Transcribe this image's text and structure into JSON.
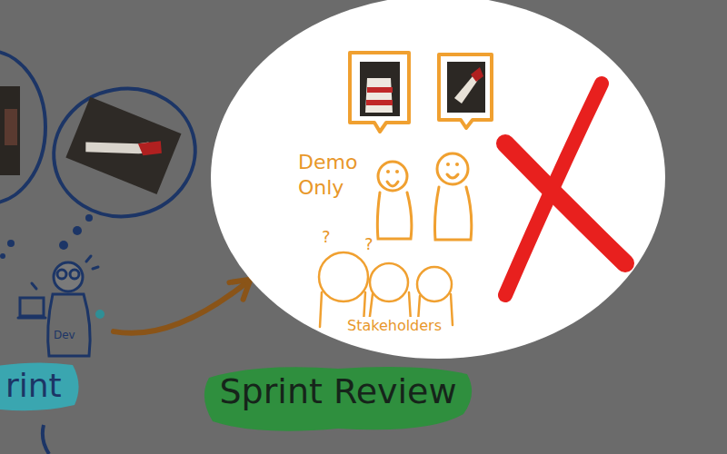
{
  "diagram": {
    "nodes": [
      {
        "text": [
          "Demo Only"
        ]
      },
      {
        "text": [
          "Stakeholders"
        ],
        "in": 0
      },
      {
        "text": [
          "Dev"
        ]
      },
      {
        "text": [
          "rint"
        ]
      },
      {
        "text": [
          "Sprint Review"
        ]
      }
    ],
    "edges": [
      {
        "from": 2,
        "to": 0,
        "arrow": "to"
      }
    ],
    "labels": [
      "?",
      "?"
    ]
  }
}
